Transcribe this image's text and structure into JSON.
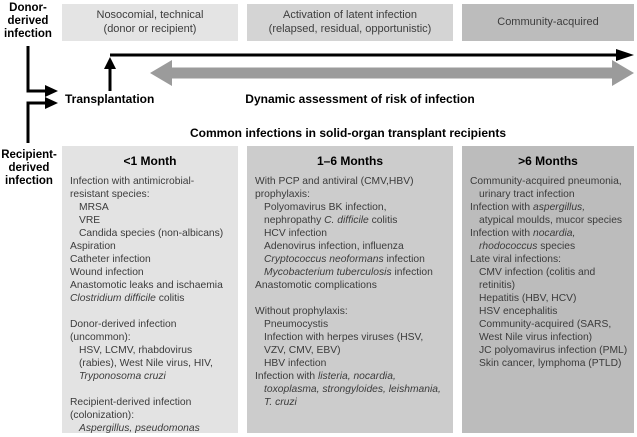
{
  "labels": {
    "donor": {
      "line1": "Donor-",
      "line2": "derived",
      "line3": "infection"
    },
    "recipient": {
      "line1": "Recipient-",
      "line2": "derived",
      "line3": "infection"
    },
    "transplantation": "Transplantation",
    "risk_arrow_caption": "Dynamic assessment of risk of infection",
    "columns_title": "Common infections in solid-organ transplant recipients"
  },
  "colors": {
    "timeline_arrow": "#000000",
    "risk_arrow": "#9b9b9b",
    "box_nosocomial_bg": "#e4e4e4",
    "box_latent_bg": "#d4d4d4",
    "box_community_bg": "#bcbcbc"
  },
  "timeline_boxes": [
    {
      "lines": {
        "0": "Nosocomial, technical",
        "1": "(donor or recipient)"
      },
      "bg": "#e4e4e4"
    },
    {
      "lines": {
        "0": "Activation of latent infection",
        "1": "(relapsed, residual, opportunistic)"
      },
      "bg": "#d4d4d4"
    },
    {
      "lines": {
        "0": "Community-acquired"
      },
      "bg": "#bcbcbc"
    }
  ],
  "columns": [
    {
      "header": "<1 Month",
      "bg": "#e3e3e3",
      "lines": [
        {
          "indent": 0,
          "segments": [
            {
              "text": "Infection with antimicrobial-",
              "italic": false
            }
          ]
        },
        {
          "indent": 0,
          "segments": [
            {
              "text": "resistant species:",
              "italic": false
            }
          ]
        },
        {
          "indent": 1,
          "segments": [
            {
              "text": "MRSA",
              "italic": false
            }
          ]
        },
        {
          "indent": 1,
          "segments": [
            {
              "text": "VRE",
              "italic": false
            }
          ]
        },
        {
          "indent": 1,
          "segments": [
            {
              "text": "Candida species (non-albicans)",
              "italic": false
            }
          ]
        },
        {
          "indent": 0,
          "segments": [
            {
              "text": "Aspiration",
              "italic": false
            }
          ]
        },
        {
          "indent": 0,
          "segments": [
            {
              "text": "Catheter infection",
              "italic": false
            }
          ]
        },
        {
          "indent": 0,
          "segments": [
            {
              "text": "Wound infection",
              "italic": false
            }
          ]
        },
        {
          "indent": 0,
          "segments": [
            {
              "text": "Anastomotic leaks and ischaemia",
              "italic": false
            }
          ]
        },
        {
          "indent": 0,
          "segments": [
            {
              "text": "Clostridium difficile",
              "italic": true
            },
            {
              "text": " colitis",
              "italic": false
            }
          ]
        },
        {
          "indent": 0,
          "segments": []
        },
        {
          "indent": 0,
          "segments": [
            {
              "text": "Donor-derived infection",
              "italic": false
            }
          ]
        },
        {
          "indent": 0,
          "segments": [
            {
              "text": "(uncommon):",
              "italic": false
            }
          ]
        },
        {
          "indent": 1,
          "segments": [
            {
              "text": "HSV, LCMV, rhabdovirus",
              "italic": false
            }
          ]
        },
        {
          "indent": 1,
          "segments": [
            {
              "text": "(rabies), West Nile virus, HIV,",
              "italic": false
            }
          ]
        },
        {
          "indent": 1,
          "segments": [
            {
              "text": "Tryponosoma cruzi",
              "italic": true
            }
          ]
        },
        {
          "indent": 0,
          "segments": []
        },
        {
          "indent": 0,
          "segments": [
            {
              "text": "Recipient-derived infection",
              "italic": false
            }
          ]
        },
        {
          "indent": 0,
          "segments": [
            {
              "text": "(colonization):",
              "italic": false
            }
          ]
        },
        {
          "indent": 1,
          "segments": [
            {
              "text": "Aspergillus, pseudomonas",
              "italic": true
            }
          ]
        }
      ]
    },
    {
      "header": "1–6 Months",
      "bg": "#cccccc",
      "lines": [
        {
          "indent": 0,
          "segments": [
            {
              "text": "With PCP and antiviral (CMV,HBV)",
              "italic": false
            }
          ]
        },
        {
          "indent": 0,
          "segments": [
            {
              "text": "prophylaxis:",
              "italic": false
            }
          ]
        },
        {
          "indent": 1,
          "segments": [
            {
              "text": "Polyomavirus BK infection,",
              "italic": false
            }
          ]
        },
        {
          "indent": 1,
          "segments": [
            {
              "text": "nephropathy ",
              "italic": false
            },
            {
              "text": "C. difficile",
              "italic": true
            },
            {
              "text": " colitis",
              "italic": false
            }
          ]
        },
        {
          "indent": 1,
          "segments": [
            {
              "text": "HCV infection",
              "italic": false
            }
          ]
        },
        {
          "indent": 1,
          "segments": [
            {
              "text": "Adenovirus infection, influenza",
              "italic": false
            }
          ]
        },
        {
          "indent": 1,
          "segments": [
            {
              "text": "Cryptococcus neoformans",
              "italic": true
            },
            {
              "text": " infection",
              "italic": false
            }
          ]
        },
        {
          "indent": 1,
          "segments": [
            {
              "text": "Mycobacterium tuberculosis",
              "italic": true
            },
            {
              "text": " infection",
              "italic": false
            }
          ]
        },
        {
          "indent": 0,
          "segments": [
            {
              "text": "Anastomotic complications",
              "italic": false
            }
          ]
        },
        {
          "indent": 0,
          "segments": []
        },
        {
          "indent": 0,
          "segments": [
            {
              "text": "Without prophylaxis:",
              "italic": false
            }
          ]
        },
        {
          "indent": 1,
          "segments": [
            {
              "text": "Pneumocystis",
              "italic": false
            }
          ]
        },
        {
          "indent": 1,
          "segments": [
            {
              "text": "Infection with herpes viruses (HSV,",
              "italic": false
            }
          ]
        },
        {
          "indent": 1,
          "segments": [
            {
              "text": "VZV, CMV, EBV)",
              "italic": false
            }
          ]
        },
        {
          "indent": 1,
          "segments": [
            {
              "text": "HBV infection",
              "italic": false
            }
          ]
        },
        {
          "indent": 0,
          "segments": [
            {
              "text": "Infection with ",
              "italic": false
            },
            {
              "text": "listeria, nocardia,",
              "italic": true
            }
          ]
        },
        {
          "indent": 1,
          "segments": [
            {
              "text": "toxoplasma, strongyloides, leishmania,",
              "italic": true
            }
          ]
        },
        {
          "indent": 1,
          "segments": [
            {
              "text": "T. cruzi",
              "italic": true
            }
          ]
        }
      ]
    },
    {
      "header": ">6 Months",
      "bg": "#bcbcbc",
      "lines": [
        {
          "indent": 0,
          "segments": [
            {
              "text": "Community-acquired pneumonia,",
              "italic": false
            }
          ]
        },
        {
          "indent": 1,
          "segments": [
            {
              "text": "urinary tract infection",
              "italic": false
            }
          ]
        },
        {
          "indent": 0,
          "segments": [
            {
              "text": "Infection with ",
              "italic": false
            },
            {
              "text": "aspergillus,",
              "italic": true
            }
          ]
        },
        {
          "indent": 1,
          "segments": [
            {
              "text": "atypical moulds, mucor species",
              "italic": false
            }
          ]
        },
        {
          "indent": 0,
          "segments": [
            {
              "text": "Infection with ",
              "italic": false
            },
            {
              "text": "nocardia,",
              "italic": true
            }
          ]
        },
        {
          "indent": 1,
          "segments": [
            {
              "text": "rhodococcus",
              "italic": true
            },
            {
              "text": " species",
              "italic": false
            }
          ]
        },
        {
          "indent": 0,
          "segments": [
            {
              "text": "Late viral infections:",
              "italic": false
            }
          ]
        },
        {
          "indent": 1,
          "segments": [
            {
              "text": "CMV infection (colitis and",
              "italic": false
            }
          ]
        },
        {
          "indent": 1,
          "segments": [
            {
              "text": "retinitis)",
              "italic": false
            }
          ]
        },
        {
          "indent": 1,
          "segments": [
            {
              "text": "Hepatitis (HBV, HCV)",
              "italic": false
            }
          ]
        },
        {
          "indent": 1,
          "segments": [
            {
              "text": "HSV encephalitis",
              "italic": false
            }
          ]
        },
        {
          "indent": 1,
          "segments": [
            {
              "text": "Community-acquired (SARS,",
              "italic": false
            }
          ]
        },
        {
          "indent": 1,
          "segments": [
            {
              "text": "West Nile virus infection)",
              "italic": false
            }
          ]
        },
        {
          "indent": 1,
          "segments": [
            {
              "text": "JC polyomavirus infection (PML)",
              "italic": false
            }
          ]
        },
        {
          "indent": 1,
          "segments": [
            {
              "text": "Skin cancer, lymphoma (PTLD)",
              "italic": false
            }
          ]
        }
      ]
    }
  ]
}
